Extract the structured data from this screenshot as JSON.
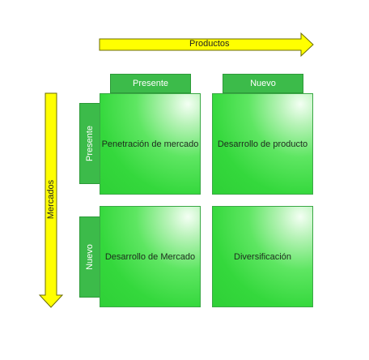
{
  "axes": {
    "horizontal": {
      "label": "Productos",
      "color": "#ffff00"
    },
    "vertical": {
      "label": "Mercados",
      "color": "#ffff00"
    }
  },
  "columns": [
    {
      "label": "Presente"
    },
    {
      "label": "Nuevo"
    }
  ],
  "rows": [
    {
      "label": "Presente"
    },
    {
      "label": "Nuevo"
    }
  ],
  "cells": [
    {
      "label": "Penetración de mercado"
    },
    {
      "label": "Desarrollo de producto"
    },
    {
      "label": "Desarrollo de Mercado"
    },
    {
      "label": "Diversificación"
    }
  ],
  "colors": {
    "tab": "#3cbb4a",
    "cell": "#34d83c",
    "arrow_fill": "#ffff00",
    "arrow_stroke": "#6b6b00"
  }
}
